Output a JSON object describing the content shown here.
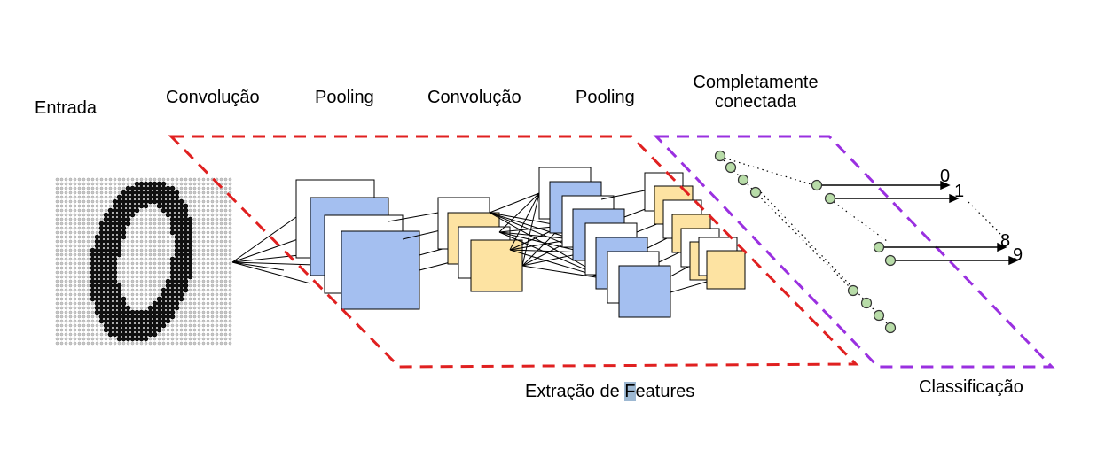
{
  "labels": {
    "input": "Entrada",
    "conv1": "Convolução",
    "pool1": "Pooling",
    "conv2": "Convolução",
    "pool2": "Pooling",
    "fc_line1": "Completamente",
    "fc_line2": "conectada",
    "features_prefix": "Extração de ",
    "features_highlight": "F",
    "features_suffix": "eatures",
    "classification": "Classificação"
  },
  "outputs": [
    "0",
    "1",
    "8",
    "9"
  ],
  "colors": {
    "feature_region": "#e02020",
    "classification_region": "#9a30e0",
    "feature_map_blue": "#a4bff0",
    "feature_map_yellow": "#fde3a2",
    "neuron": "#b8dca8",
    "highlight": "#9db8d2"
  }
}
